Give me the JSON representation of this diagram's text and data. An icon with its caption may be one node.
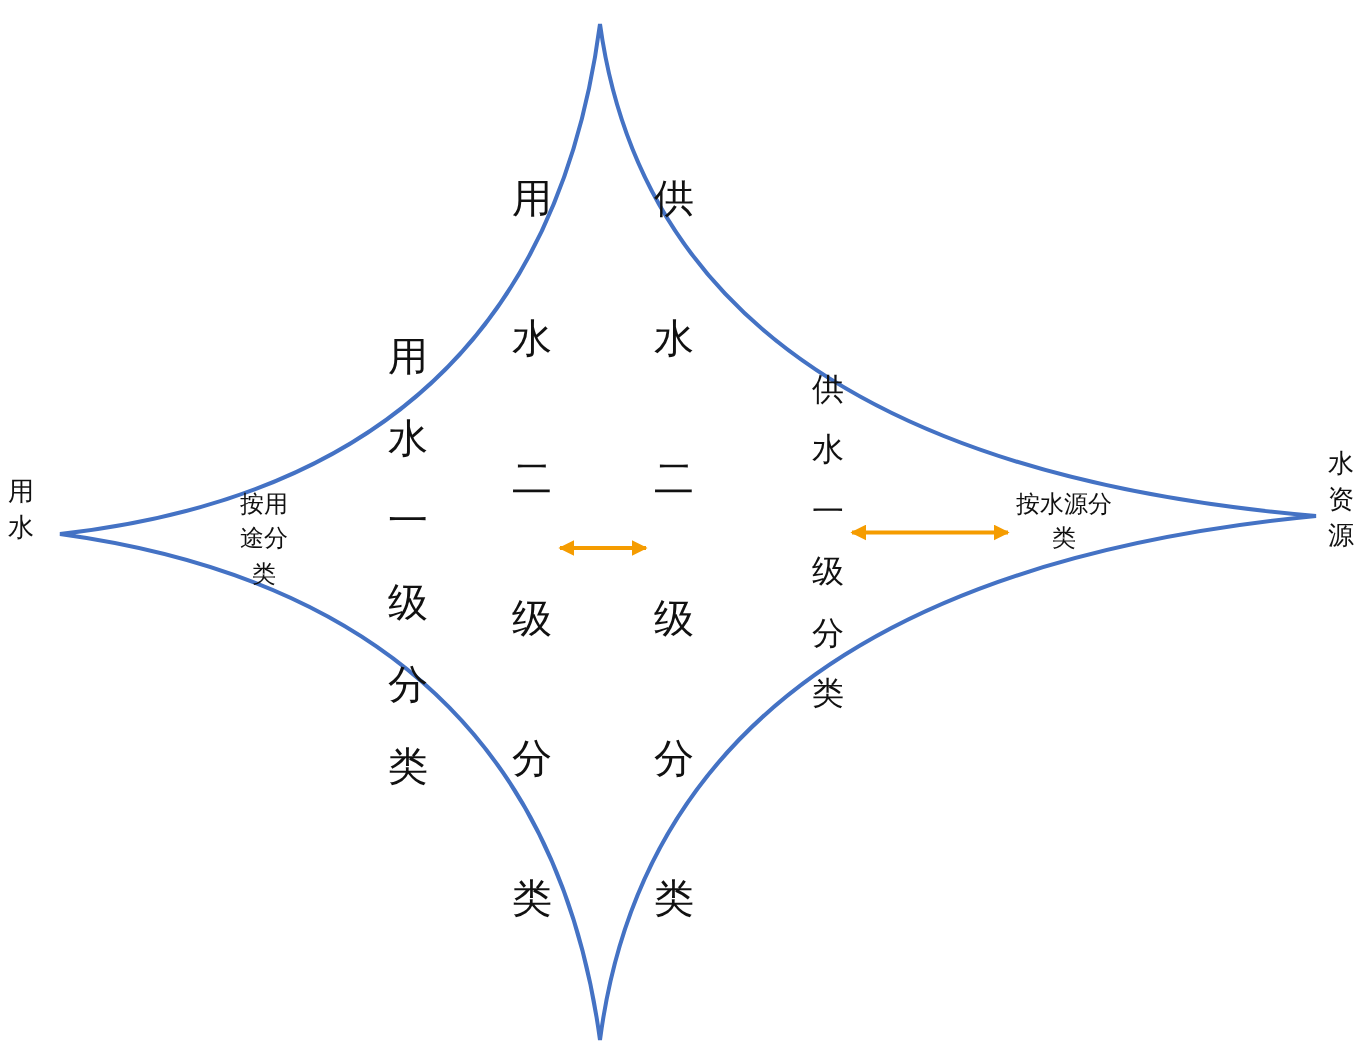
{
  "diagram": {
    "nodes": [
      {
        "text": [
          "用水"
        ]
      },
      {
        "text": [
          "按用途分类"
        ]
      },
      {
        "text": [
          "用水一级分类"
        ]
      },
      {
        "text": [
          "用水二级分类"
        ]
      },
      {
        "text": [
          "供水二级分类"
        ]
      },
      {
        "text": [
          "供水一级分类"
        ]
      },
      {
        "text": [
          "按水源分类"
        ]
      },
      {
        "text": [
          "水资源"
        ]
      }
    ],
    "edges": [
      {
        "from": 3,
        "to": 4,
        "arrow": "both",
        "color": "#f59c00"
      },
      {
        "from": 5,
        "to": 6,
        "arrow": "both",
        "color": "#f59c00"
      }
    ]
  }
}
